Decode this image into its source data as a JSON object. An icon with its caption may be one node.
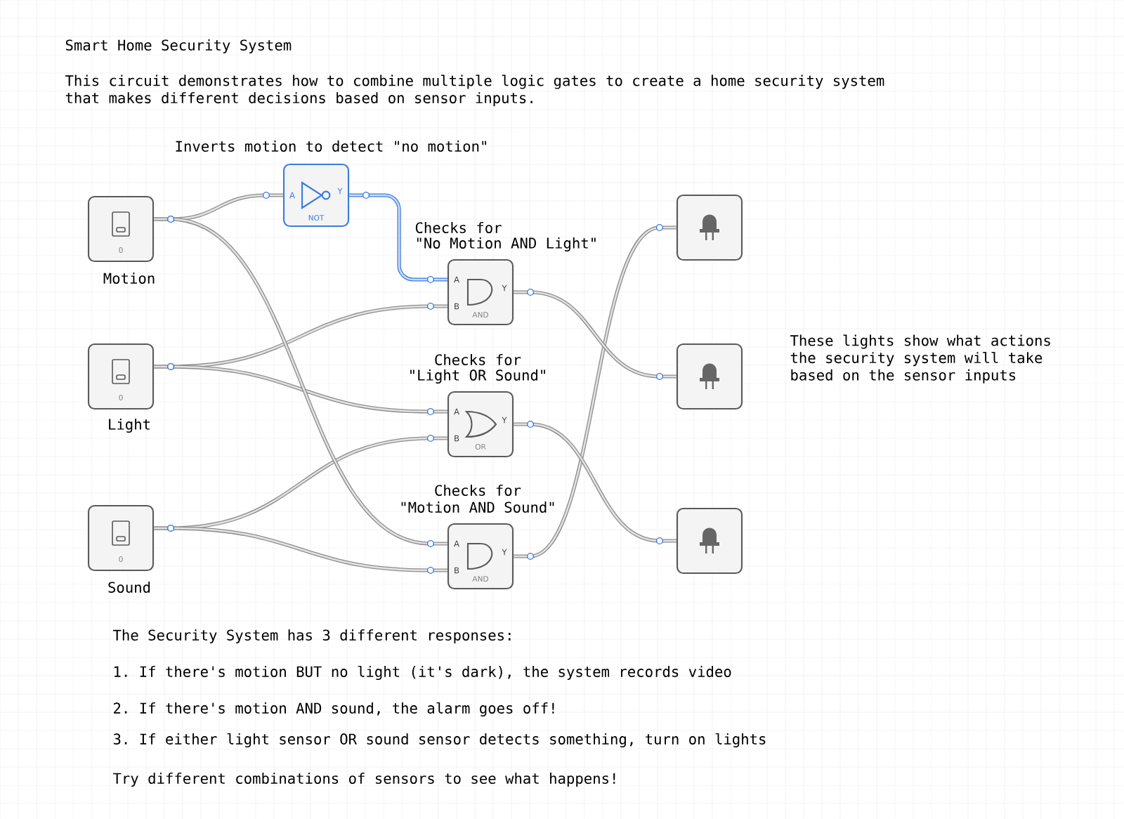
{
  "diagram": {
    "title": "Smart Home Security System",
    "nodes": [
      {
        "text": [
          "0",
          "Motion"
        ]
      },
      {
        "text": [
          "0",
          "Light"
        ]
      },
      {
        "text": [
          "0",
          "Sound"
        ]
      },
      {
        "text": [
          "A",
          "Y",
          "NOT"
        ],
        "beside": [
          "Inverts motion to detect \"no motion\""
        ]
      },
      {
        "text": [
          "A",
          "B",
          "Y",
          "AND"
        ],
        "beside": [
          "Checks for",
          "\"No Motion AND Light\""
        ]
      },
      {
        "text": [
          "A",
          "B",
          "Y",
          "OR"
        ],
        "beside": [
          "Checks for",
          "\"Light OR Sound\""
        ]
      },
      {
        "text": [
          "A",
          "B",
          "Y",
          "AND"
        ],
        "beside": [
          "Checks for",
          "\"Motion AND Sound\""
        ]
      },
      {
        "text": [],
        "shape": "box"
      },
      {
        "text": [],
        "shape": "box"
      },
      {
        "text": [],
        "shape": "box"
      }
    ],
    "edges": [
      {
        "from": 0,
        "to": 3,
        "arrow": "none"
      },
      {
        "from": 3,
        "to": 4,
        "arrow": "none",
        "color": "#3b7be0"
      },
      {
        "from": 1,
        "to": 4,
        "arrow": "none"
      },
      {
        "from": 1,
        "to": 5,
        "arrow": "none"
      },
      {
        "from": 2,
        "to": 5,
        "arrow": "none"
      },
      {
        "from": 0,
        "to": 6,
        "arrow": "none"
      },
      {
        "from": 2,
        "to": 6,
        "arrow": "none"
      },
      {
        "from": 6,
        "to": 7,
        "arrow": "none"
      },
      {
        "from": 4,
        "to": 8,
        "arrow": "none"
      },
      {
        "from": 5,
        "to": 9,
        "arrow": "none"
      }
    ],
    "labels": [
      "This circuit demonstrates how to combine multiple logic gates to create a home security system that makes different decisions based on sensor inputs.",
      "These lights show what actions the security system will take based on the sensor inputs",
      "The Security System has 3 different responses:",
      "1. If there's motion BUT no light (it's dark), the system records video",
      "2. If there's motion AND sound, the alarm goes off!",
      "3. If either light sensor OR sound sensor detects something, turn on lights",
      "Try different combinations of sensors to see what happens!"
    ]
  }
}
